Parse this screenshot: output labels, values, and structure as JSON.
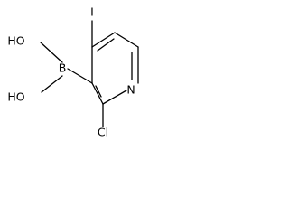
{
  "molecule": {
    "atoms": {
      "iodine": "I",
      "boron": "B",
      "hydroxyl_top": "HO",
      "hydroxyl_bottom": "HO",
      "nitrogen": "N",
      "chlorine": "Cl"
    },
    "colors": {
      "bond": "#000000",
      "label": "#000000",
      "background": "#ffffff"
    }
  }
}
